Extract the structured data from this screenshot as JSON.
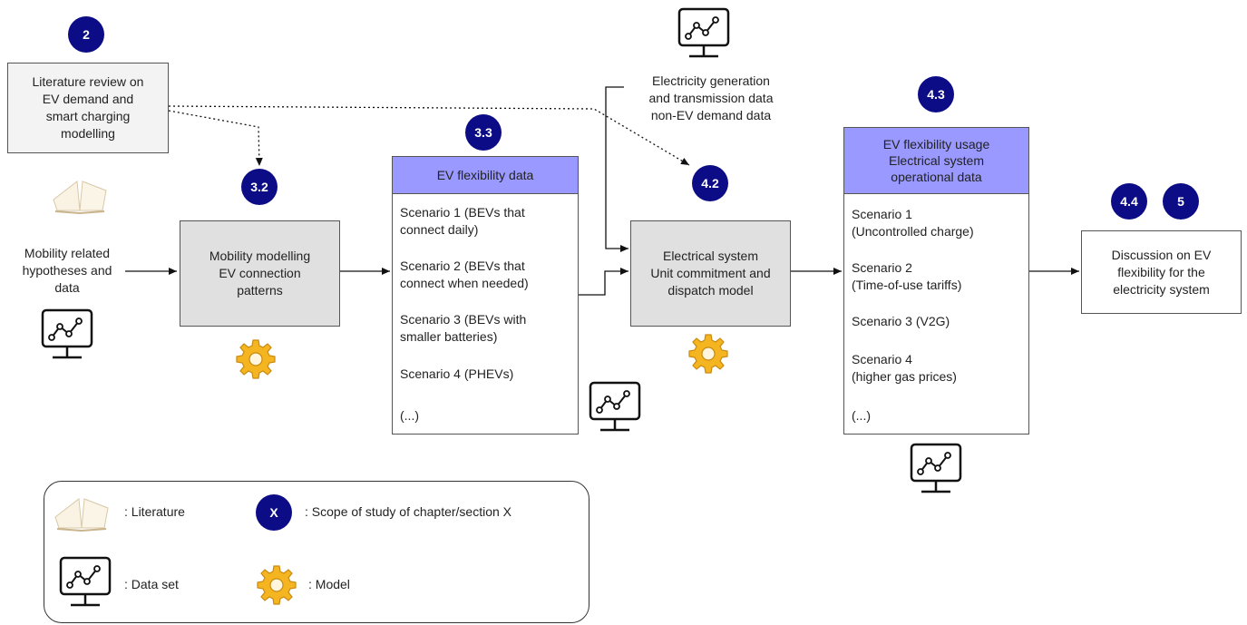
{
  "badges": {
    "b2": "2",
    "b32": "3.2",
    "b33": "3.3",
    "b42": "4.2",
    "b43": "4.3",
    "b44": "4.4",
    "b5": "5"
  },
  "literature_box": {
    "lines": [
      "Literature review on",
      "EV demand and",
      "smart charging",
      "modelling"
    ]
  },
  "mobility_input": {
    "lines": [
      "Mobility related",
      "hypotheses and",
      "data"
    ]
  },
  "mobility_model": {
    "lines": [
      "Mobility modelling",
      "EV connection",
      "patterns"
    ]
  },
  "ev_flex": {
    "header": "EV flexibility data",
    "items": [
      [
        "Scenario 1 (BEVs that",
        "connect daily)"
      ],
      [
        "Scenario 2 (BEVs that",
        "connect when needed)"
      ],
      [
        "Scenario 3 (BEVs with",
        "smaller batteries)"
      ],
      [
        "Scenario 4 (PHEVs)"
      ],
      [
        "(...)"
      ]
    ]
  },
  "elec_data": {
    "lines": [
      "Electricity generation",
      "and transmission data",
      "non-EV demand data"
    ]
  },
  "elec_model": {
    "lines": [
      "Electrical system",
      "Unit commitment and",
      "dispatch model"
    ]
  },
  "usage": {
    "header_lines": [
      "EV flexibility usage",
      "Electrical system",
      "operational data"
    ],
    "items": [
      [
        "Scenario 1",
        "(Uncontrolled charge)"
      ],
      [
        "Scenario 2",
        "(Time-of-use tariffs)"
      ],
      [
        "Scenario 3 (V2G)"
      ],
      [
        "Scenario 4",
        "(higher gas prices)"
      ],
      [
        "(...)"
      ]
    ]
  },
  "discussion": {
    "lines": [
      "Discussion on EV",
      "flexibility for the",
      "electricity system"
    ]
  },
  "legend": {
    "literature": ": Literature",
    "scope_badge": "X",
    "scope": ": Scope of study of chapter/section X",
    "dataset": ": Data set",
    "model": ": Model"
  },
  "colors": {
    "badge": "#0c0c87",
    "header": "#9999ff",
    "model_box": "#e0e0e0",
    "gear": "#f4b521"
  }
}
